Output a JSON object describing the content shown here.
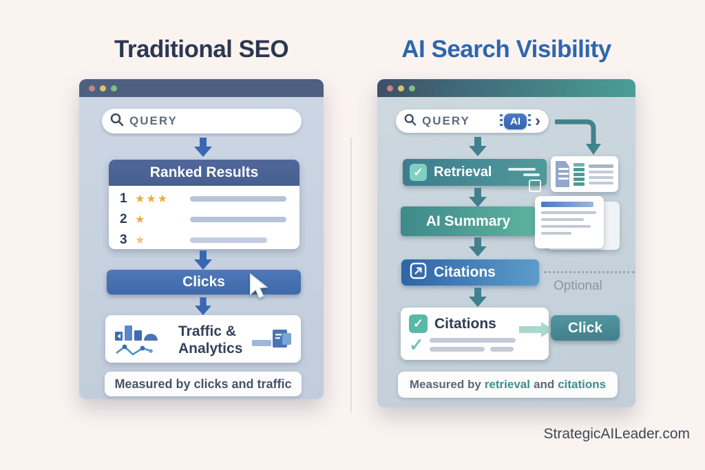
{
  "meta": {
    "brand": "StrategicAILeader.com"
  },
  "icons": {
    "check": "✓"
  },
  "colors": {
    "background": "#faf3f0",
    "left_title": "#2b3850",
    "right_title": "#2d66ae",
    "left_titlebar": "#4e6080",
    "right_titlebar_gradient": [
      "#3d5068",
      "#4a9e97"
    ],
    "blue_accent": "#4470b2",
    "navy_header": "#4b6191",
    "teal_dark": "#3e7c8d",
    "teal_light": "#7fd0c2",
    "citations_blue_gradient": [
      "#2f64a6",
      "#5b9cca"
    ],
    "click_button": "#4b8f9a",
    "star_gold": "#f0a93c",
    "dot_red": "#c8837b",
    "dot_yellow": "#ddc06a",
    "dot_green": "#84bd7e"
  },
  "left_panel": {
    "title": "Traditional SEO",
    "search": {
      "query": "QUERY"
    },
    "ranked_results": {
      "header": "Ranked Results",
      "rows": [
        {
          "rank": "1",
          "stars": "★★★"
        },
        {
          "rank": "2",
          "stars": "★"
        },
        {
          "rank": "3",
          "stars": "★"
        }
      ]
    },
    "clicks": {
      "label": "Clicks"
    },
    "analytics": {
      "line1": "Traffic &",
      "line2": "Analytics"
    },
    "footer": "Measured by clicks and traffic"
  },
  "right_panel": {
    "title": "AI Search Visibility",
    "search": {
      "query": "QUERY",
      "ai_badge": "AI",
      "chevron": "›"
    },
    "retrieval": {
      "label": "Retrieval"
    },
    "ai_summary": {
      "label": "AI Summary"
    },
    "citations_step": {
      "label": "Citations"
    },
    "optional": "Optional",
    "citations_result": {
      "label": "Citations"
    },
    "click": {
      "label": "Click"
    },
    "footer": {
      "prefix": "Measured by",
      "term1": "retrieval",
      "conjunction": "and",
      "term2": "citations"
    }
  }
}
